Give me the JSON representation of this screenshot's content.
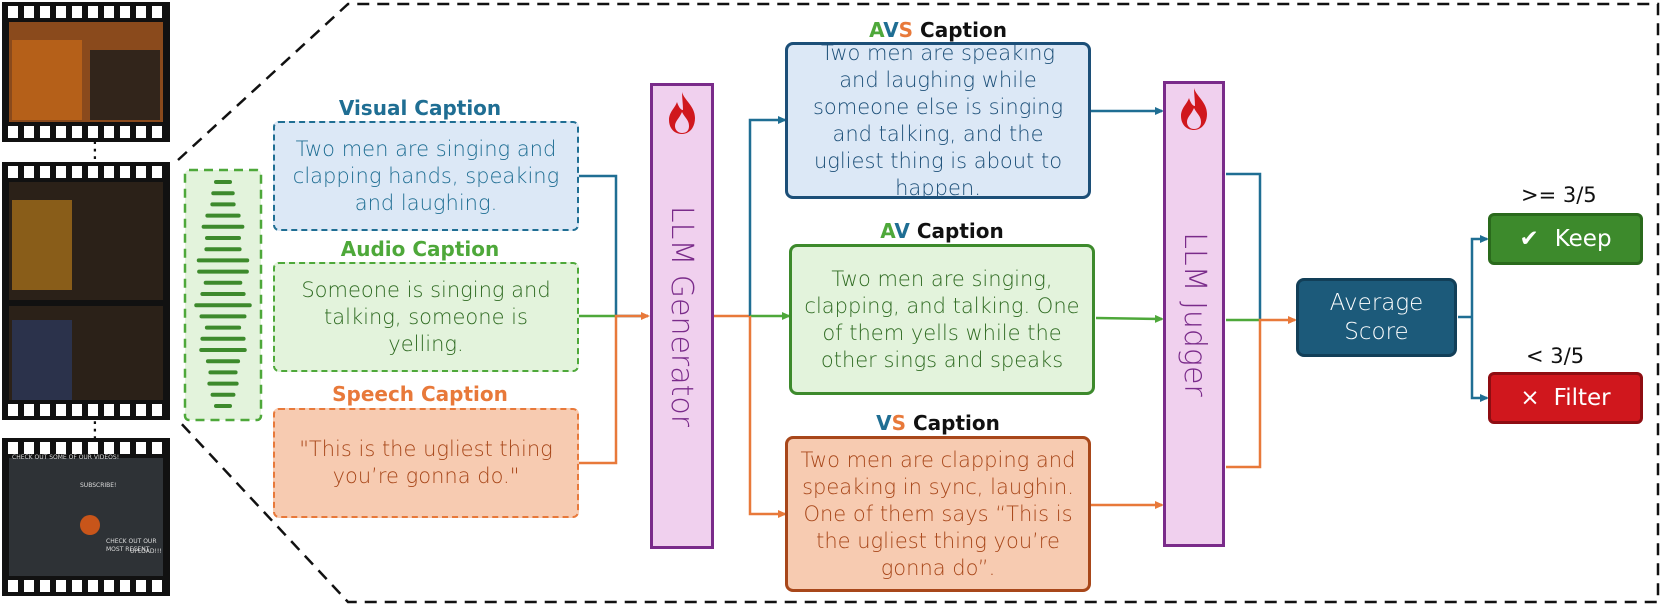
{
  "captions": {
    "visual": {
      "title": "Visual Caption",
      "text": "Two men are singing and clapping hands, speaking and laughing."
    },
    "audio": {
      "title": "Audio Caption",
      "text": "Someone is singing and talking, someone is yelling."
    },
    "speech": {
      "title": "Speech Caption",
      "text": "\"This is the ugliest thing you’re gonna do.\""
    }
  },
  "generator": {
    "label": "LLM Generator",
    "icon": "flame-icon"
  },
  "judger": {
    "label": "LLM Judger",
    "icon": "flame-icon"
  },
  "outputs": {
    "avs": {
      "prefix_a": "A",
      "prefix_v": "V",
      "prefix_s": "S",
      "title": " Caption",
      "text": "Two men are speaking and laughing while someone else is singing and talking, and the ugliest thing is about to happen."
    },
    "av": {
      "prefix_a": "A",
      "prefix_v": "V",
      "title": " Caption",
      "text": "Two men are singing, clapping, and talking. One of them yells while the other sings and speaks"
    },
    "vs": {
      "prefix_v": "V",
      "prefix_s": "S",
      "title": " Caption",
      "text": "Two men are clapping and speaking in sync, laughin. One of them says “This is the ugliest thing you’re gonna do”."
    }
  },
  "score": {
    "label": "Average Score"
  },
  "decisions": {
    "keep": {
      "threshold": ">= 3/5",
      "mark": "✔",
      "label": "Keep"
    },
    "filter": {
      "threshold": "< 3/5",
      "mark": "×",
      "label": "Filter"
    }
  },
  "film": {
    "dots": "⋮",
    "frame3_lines": [
      "CHECK OUT SOME OF OUR VIDEOS!",
      "SUBSCRIBE!",
      "CHECK OUT OUR MOST RECENT",
      "UPLOAD!!!"
    ]
  },
  "colors": {
    "blue": "#1f6e93",
    "green": "#4ea83a",
    "orange": "#e8793a",
    "blue_fill": "#dce8f6",
    "green_fill": "#e3f3dc",
    "orange_fill": "#f7cbb1",
    "pink": "#f0d0ee",
    "purple": "#7a2b8a",
    "score_fill": "#1c5a7a",
    "keep_fill": "#3d8a2c",
    "filter_fill": "#d0171d"
  }
}
